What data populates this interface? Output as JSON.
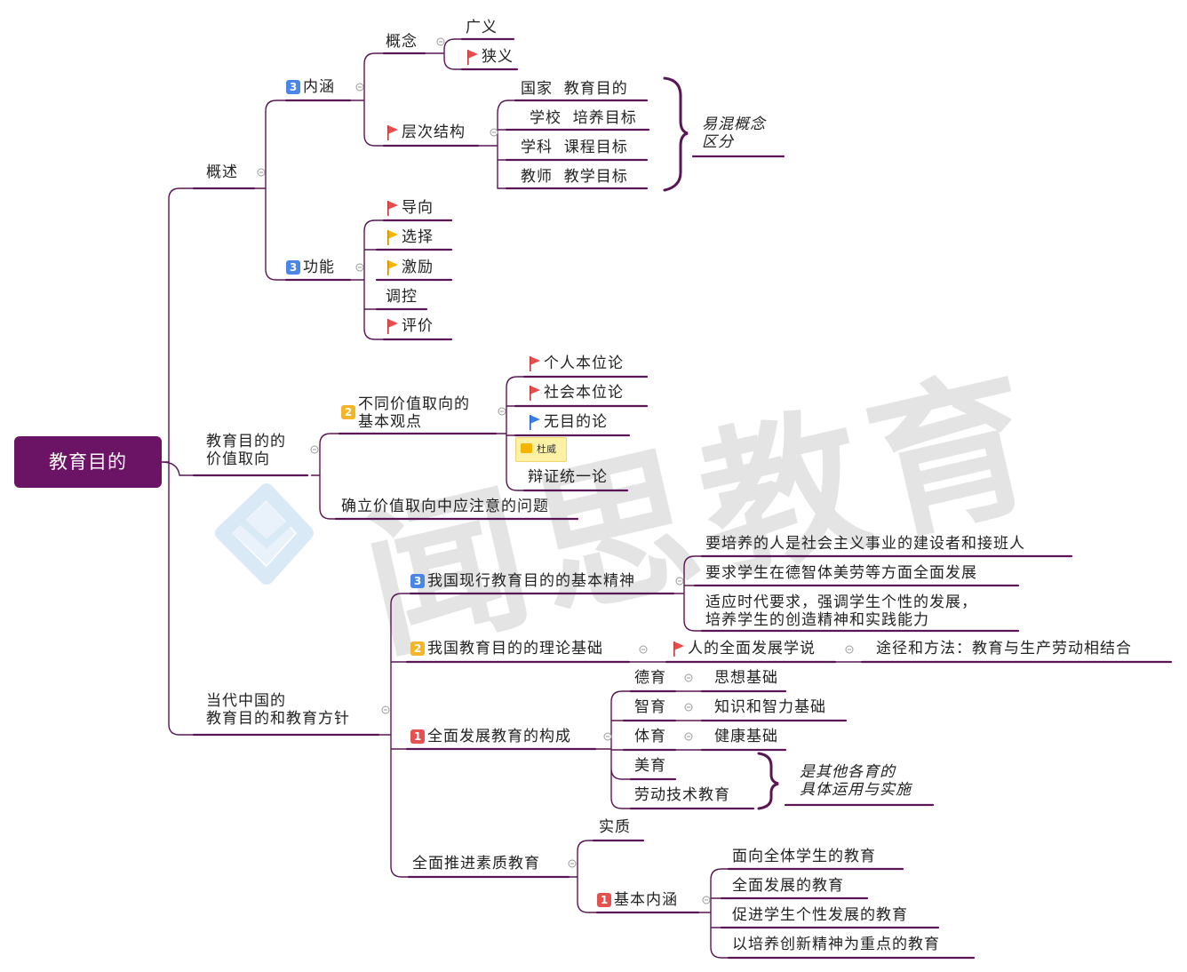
{
  "root": "教育目的",
  "watermark": "闻思教育",
  "tag": "杜威",
  "nodes": {
    "gaishu": "概述",
    "neihan": "内涵",
    "gainian": "概念",
    "guangyi": "广义",
    "xiayi": "狭义",
    "cengci": "层次结构",
    "guojia": "国家  教育目的",
    "xuexiao": "学校  培养目标",
    "xueke": "学科  课程目标",
    "jiaoshi": "教师  教学目标",
    "yihun": [
      "易混概念",
      "区分"
    ],
    "gongneng": "功能",
    "daoxiang": "导向",
    "xuanze": "选择",
    "jili": "激励",
    "tiaokong": "调控",
    "pingjia": "评价",
    "jiazhi": [
      "教育目的的",
      "价值取向"
    ],
    "butong": [
      "不同价值取向的",
      "基本观点"
    ],
    "geren": "个人本位论",
    "shehui": "社会本位论",
    "wumudi": "无目的论",
    "bianzheng": "辩证统一论",
    "queli": "确立价值取向中应注意的问题",
    "dangdai": [
      "当代中国的",
      "教育目的和教育方针"
    ],
    "jingshen": "我国现行教育目的的基本精神",
    "jianshezhe": "要培养的人是社会主义事业的建设者和接班人",
    "quanmian_dz": "要求学生在德智体美劳等方面全面发展",
    "shiying": [
      "适应时代要求，强调学生个性的发展，",
      "培养学生的创造精神和实践能力"
    ],
    "lilun": "我国教育目的的理论基础",
    "ren_fazhan": "人的全面发展学说",
    "tujing": "途径和方法：教育与生产劳动相结合",
    "goucheng": "全面发展教育的构成",
    "deyu": "德育",
    "zhiyu": "智育",
    "tiyu": "体育",
    "meiyu": "美育",
    "laodong": "劳动技术教育",
    "sixiang": "思想基础",
    "zhishi": "知识和智力基础",
    "jiankang": "健康基础",
    "qita": [
      "是其他各育的",
      "具体运用与实施"
    ],
    "suzhi": "全面推进素质教育",
    "shizhi": "实质",
    "jiben_neihan": "基本内涵",
    "quanti": "面向全体学生的教育",
    "quanmian_jy": "全面发展的教育",
    "gexing": "促进学生个性发展的教育",
    "chuangxin": "以培养创新精神为重点的教育"
  },
  "badges": {
    "neihan": "3",
    "gongneng": "3",
    "butong": "2",
    "jingshen": "3",
    "lilun": "2",
    "goucheng": "1",
    "jiben_neihan": "1"
  },
  "colors": {
    "root": "#6b1466",
    "line": "#5a1555",
    "flag_red": "#e84c4c",
    "flag_yellow": "#f5b400",
    "flag_blue": "#3a7ee8",
    "badge_red": "#e55050",
    "badge_yellow": "#f5b52a",
    "badge_blue": "#4a86e8",
    "watermark": "#d8d8d8"
  }
}
